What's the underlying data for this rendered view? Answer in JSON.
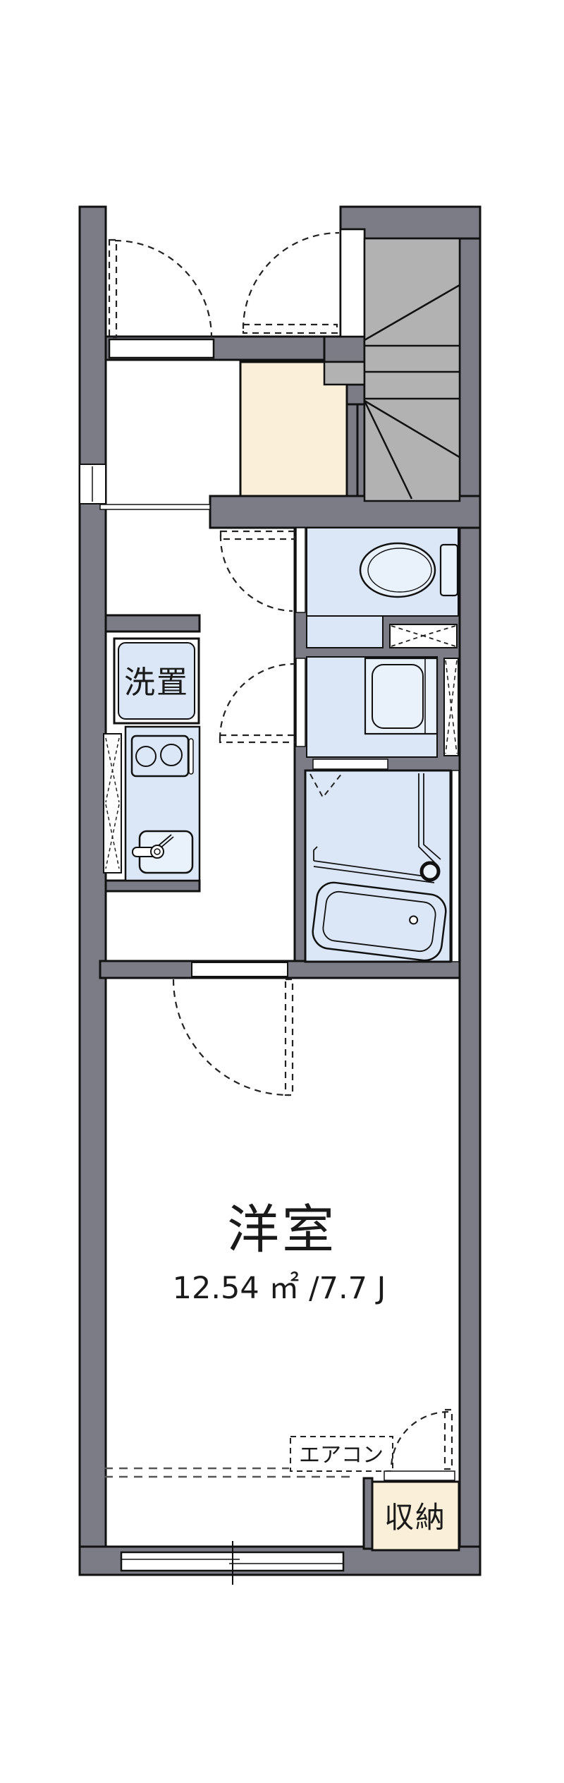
{
  "floor_plan": {
    "kind": "japanese-apartment-floor-plan",
    "labels": {
      "washer_space": "洗置",
      "main_room_name": "洋室",
      "main_room_area": "12.54 ㎡ /7.7 J",
      "air_conditioner": "エアコン",
      "storage": "収納"
    },
    "colors": {
      "wall": "#7c7c86",
      "room_blue": "#dbe7f6",
      "fixture_blue": "#e9f1fb",
      "genkan_cream": "#faf0d9",
      "stair_gray": "#b2b2b2",
      "outline": "#111111",
      "background": "#ffffff"
    }
  }
}
